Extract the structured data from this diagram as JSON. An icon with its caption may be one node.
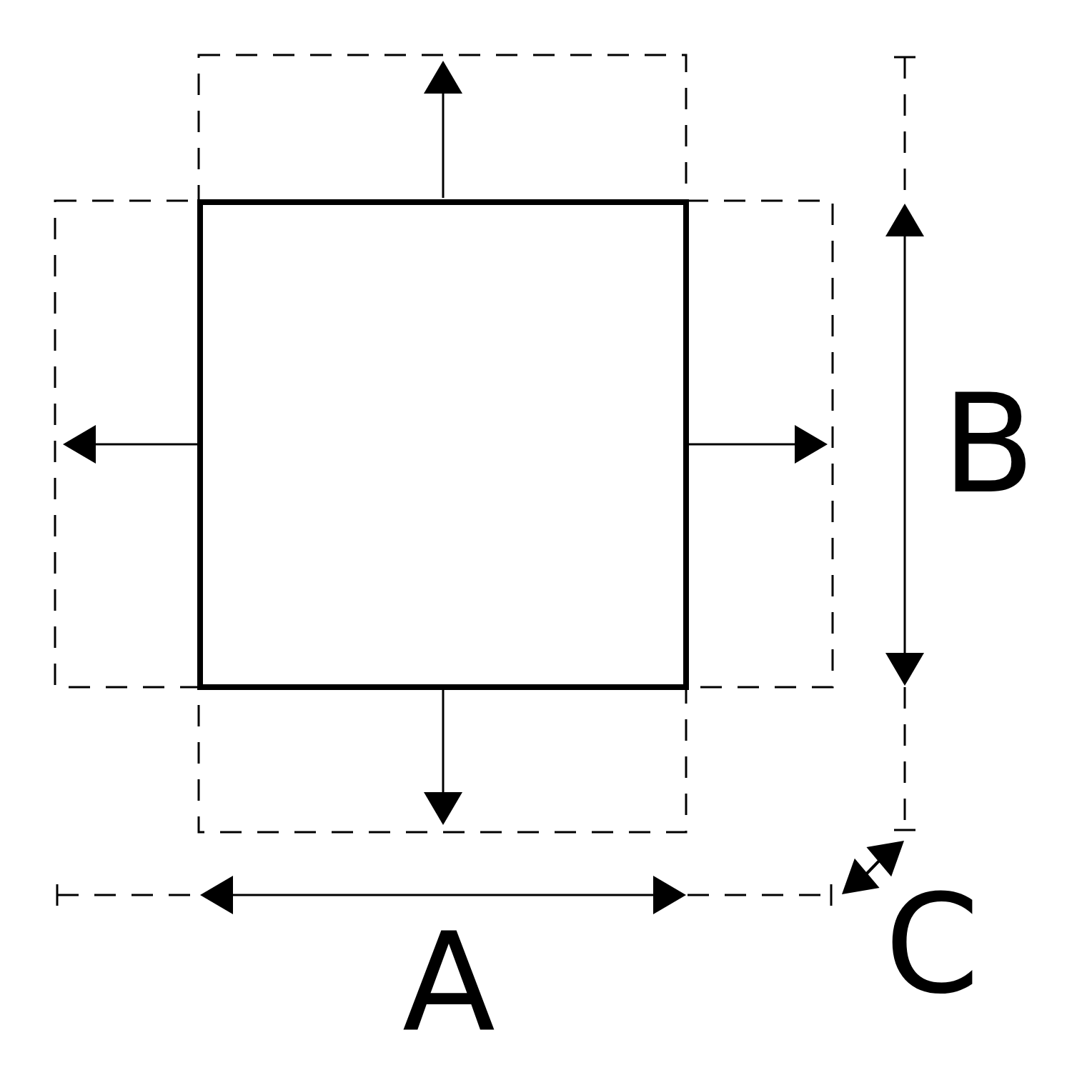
{
  "diagram": {
    "nodes": [
      {
        "text": [],
        "shape": "box"
      }
    ],
    "labels": [
      "B",
      "A",
      "C"
    ]
  }
}
